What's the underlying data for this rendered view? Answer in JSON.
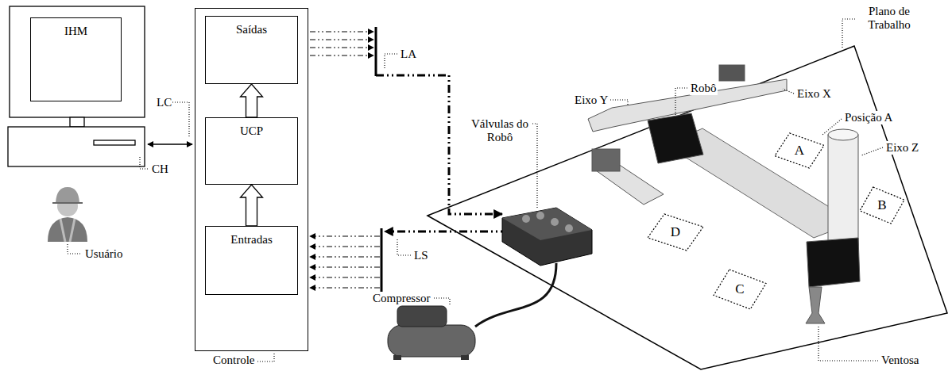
{
  "diagram": {
    "nodes": [
      {
        "text": [
          "IHM"
        ]
      },
      {
        "text": [
          "Controle"
        ]
      },
      {
        "text": [
          "Saídas"
        ],
        "in": 1
      },
      {
        "text": [
          "UCP"
        ],
        "in": 1
      },
      {
        "text": [
          "Entradas"
        ],
        "in": 1
      },
      {
        "text": [
          "A"
        ]
      },
      {
        "text": [
          "B"
        ]
      },
      {
        "text": [
          "D"
        ]
      },
      {
        "text": [
          "C"
        ]
      }
    ],
    "edges": [
      {
        "from": 4,
        "to": 3,
        "arrow": "to"
      },
      {
        "from": 3,
        "to": 2,
        "arrow": "to"
      }
    ],
    "labels": [
      "LC",
      "CH",
      "Usuário",
      "LA",
      "LS",
      "Plano de Trabalho",
      "Válvulas do Robô",
      "Eixo Y",
      "Robô",
      "Eixo X",
      "Posição A",
      "Eixo Z",
      "Ventosa",
      "Compressor"
    ]
  }
}
